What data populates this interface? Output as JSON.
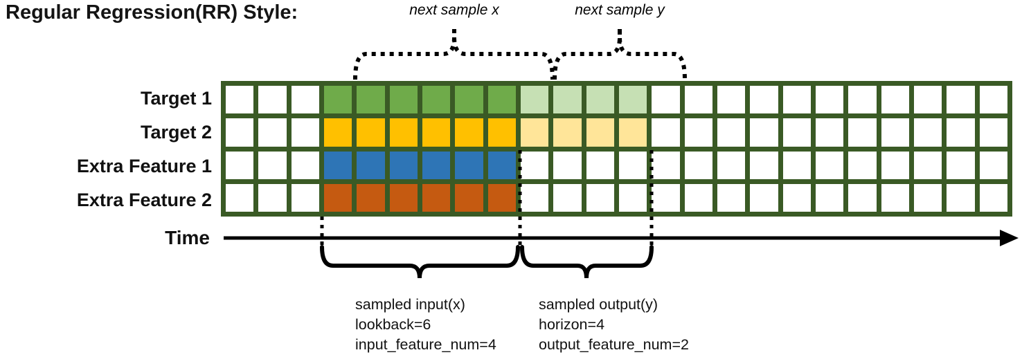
{
  "title": "Regular Regression(RR) Style:",
  "colors": {
    "grid_border": "#3a5a25",
    "empty_cell": "#ffffff",
    "annotation": "#000000",
    "target1_input": "#6fab4a",
    "target1_output": "#c6e0b4",
    "target2_input": "#ffc000",
    "target2_output": "#ffe599",
    "extra1_input": "#2e75b6",
    "extra2_input": "#c55a11"
  },
  "grid": {
    "columns": 24,
    "lead_columns": 3,
    "lookback": 6,
    "horizon": 4,
    "rows": [
      {
        "label": "Target 1",
        "input_color": "#6fab4a",
        "output_color": "#c6e0b4"
      },
      {
        "label": "Target 2",
        "input_color": "#ffc000",
        "output_color": "#ffe599"
      },
      {
        "label": "Extra Feature 1",
        "input_color": "#2e75b6",
        "output_color": null
      },
      {
        "label": "Extra Feature 2",
        "input_color": "#c55a11",
        "output_color": null
      }
    ]
  },
  "top_braces": {
    "next_sample_x": "next sample x",
    "next_sample_y": "next sample y"
  },
  "time_axis": {
    "label": "Time"
  },
  "sample_labels": {
    "input_lines": [
      "sampled input(x)",
      "lookback=6",
      "input_feature_num=4"
    ],
    "output_lines": [
      "sampled output(y)",
      "horizon=4",
      "output_feature_num=2"
    ]
  }
}
